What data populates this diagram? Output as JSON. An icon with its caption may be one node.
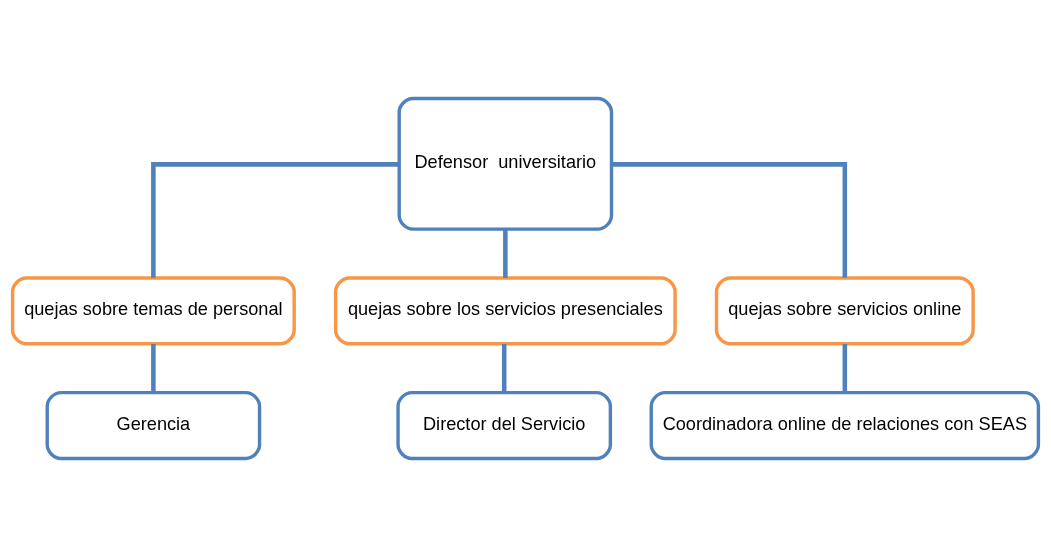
{
  "diagram": {
    "nodes": [
      {
        "text": [
          "Defensor  universitario"
        ]
      },
      {
        "text": [
          "quejas sobre temas de personal"
        ]
      },
      {
        "text": [
          "quejas sobre los servicios presenciales"
        ]
      },
      {
        "text": [
          "quejas sobre servicios online"
        ]
      },
      {
        "text": [
          "Gerencia"
        ]
      },
      {
        "text": [
          "Director del Servicio"
        ]
      },
      {
        "text": [
          "Coordinadora online de relaciones con SEAS"
        ]
      }
    ],
    "edges": [
      {
        "from": 0,
        "to": 1,
        "arrow": "none"
      },
      {
        "from": 0,
        "to": 2,
        "arrow": "none"
      },
      {
        "from": 0,
        "to": 3,
        "arrow": "none"
      },
      {
        "from": 1,
        "to": 4,
        "arrow": "none"
      },
      {
        "from": 2,
        "to": 5,
        "arrow": "none"
      },
      {
        "from": 3,
        "to": 6,
        "arrow": "none"
      }
    ]
  }
}
